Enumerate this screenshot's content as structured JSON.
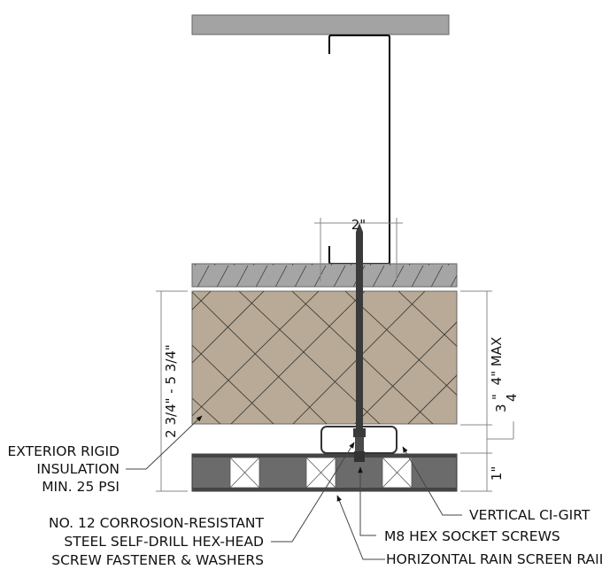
{
  "title": "Vertical CI-Girt with Horizontal Rain Screen Rail Detail",
  "colors": {
    "structure": "#a3a3a3",
    "sheathing": "#a5a5a5",
    "insulation": "#b8aa96",
    "rail": "#6b6b6b",
    "fastener": "#3a3a3a",
    "line": "#000000",
    "dimension": "#888888"
  },
  "dimensions": {
    "girt_width": "2\"",
    "insulation_range": "2 3/4\" - 5 3/4\"",
    "max_depth": "4\" MAX",
    "girt_offset_num": "3",
    "girt_offset_den": "4",
    "girt_offset_unit": "\"",
    "rail_depth": "1\""
  },
  "labels": {
    "insulation": [
      "EXTERIOR RIGID",
      "INSULATION",
      "MIN. 25 PSI"
    ],
    "fastener": [
      "NO. 12 CORROSION-RESISTANT",
      "STEEL SELF-DRILL HEX-HEAD",
      "SCREW FASTENER & WASHERS"
    ],
    "girt": "VERTICAL CI-GIRT",
    "socket_screws": "M8 HEX SOCKET SCREWS",
    "rail": "HORIZONTAL RAIN SCREEN RAIL"
  }
}
